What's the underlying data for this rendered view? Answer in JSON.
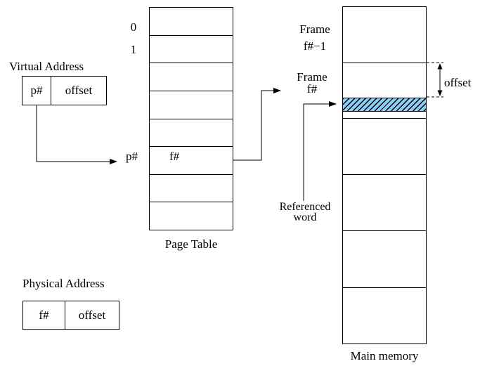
{
  "virtual_address": {
    "title": "Virtual Address",
    "page_field": "p#",
    "offset_field": "offset"
  },
  "page_table": {
    "caption": "Page Table",
    "index_0": "0",
    "index_1": "1",
    "lookup_label": "p#",
    "entry_value": "f#"
  },
  "main_memory": {
    "caption": "Main memory",
    "frame_prev_line1": "Frame",
    "frame_prev_line2": "f#−1",
    "frame_cur_line1": "Frame",
    "frame_cur_line2": "f#",
    "offset_label": "offset",
    "referenced_line1": "Referenced",
    "referenced_line2": "word"
  },
  "physical_address": {
    "title": "Physical Address",
    "frame_field": "f#",
    "offset_field": "offset"
  },
  "colors": {
    "hatch_fill": "#8ecdf5",
    "hatch_line": "#000000",
    "line": "#000000"
  }
}
